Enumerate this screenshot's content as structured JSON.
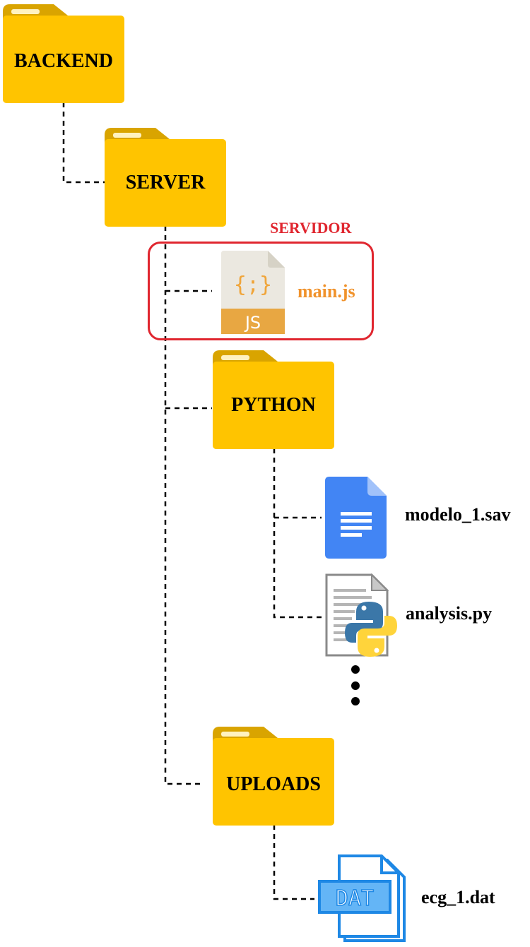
{
  "folders": {
    "backend": "BACKEND",
    "server": "SERVER",
    "python": "PYTHON",
    "uploads": "UPLOADS"
  },
  "files": {
    "main_js": "main.js",
    "main_js_badge": "JS",
    "main_js_glyph": "{;}",
    "modelo": "modelo_1.sav",
    "analysis": "analysis.py",
    "ecg": "ecg_1.dat",
    "ecg_badge": "DAT"
  },
  "highlight": {
    "label": "SERVIDOR"
  },
  "colors": {
    "folder_front": "#ffc400",
    "folder_back": "#d9a400",
    "highlight": "#e0262f",
    "js_orange": "#f0922b",
    "doc_blue": "#4285f4",
    "dat_blue": "#1e88e5"
  },
  "icons": {
    "folder": "folder-icon",
    "js_file": "js-file-icon",
    "sav_file": "document-icon",
    "py_file": "python-file-icon",
    "dat_file": "dat-file-icon"
  }
}
